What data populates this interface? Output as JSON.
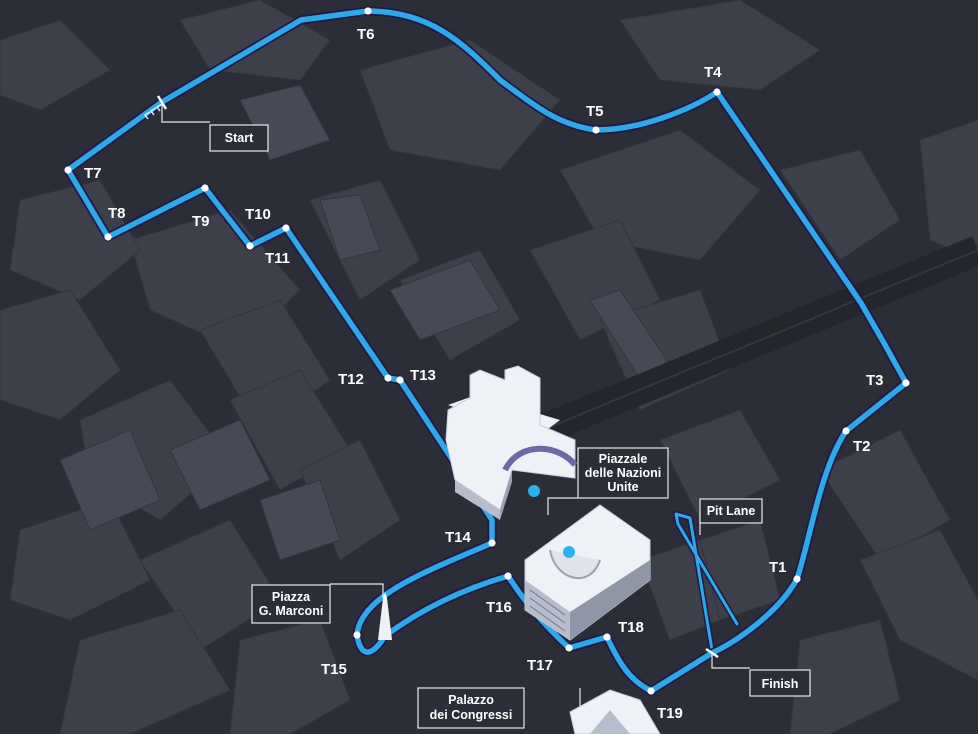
{
  "colors": {
    "background": "#2b2e36",
    "roads": "#34373f",
    "blocks": "#3d4049",
    "blocks_light": "#474a54",
    "track": "#2ea9e6",
    "track_shadow": "#1c1a4c",
    "node": "#ffffff",
    "landmark_dot": "#29b3ee",
    "building_white": "#eef1f6",
    "building_shade": "#b7bdca"
  },
  "turns": [
    "T1",
    "T2",
    "T3",
    "T4",
    "T5",
    "T6",
    "T7",
    "T8",
    "T9",
    "T10",
    "T11",
    "T12",
    "T13",
    "T14",
    "T15",
    "T16",
    "T17",
    "T18",
    "T19"
  ],
  "callouts": {
    "start": "Start",
    "finish": "Finish",
    "pit_lane": "Pit Lane",
    "piazzale": [
      "Piazzale",
      "delle Nazioni",
      "Unite"
    ],
    "marconi": [
      "Piazza",
      "G. Marconi"
    ],
    "congressi": [
      "Palazzo",
      "dei Congressi"
    ]
  },
  "icons": {
    "start_marker": "chevron-arrows-icon",
    "obelisk": "obelisk-icon",
    "landmark_dot": "dot-icon"
  }
}
